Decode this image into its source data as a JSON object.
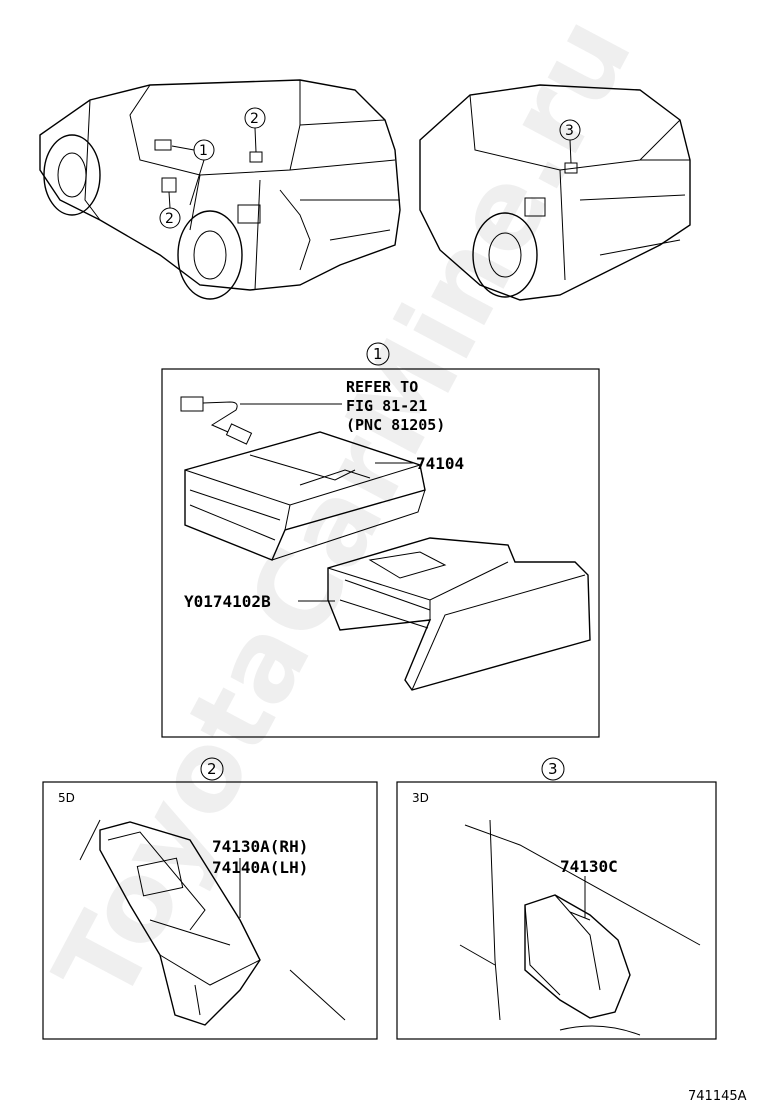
{
  "watermark": "ToyotaCarMine.ru",
  "overview": {
    "callouts": [
      "1",
      "2",
      "2",
      "3"
    ]
  },
  "detail1": {
    "callout": "1",
    "refer_line1": "REFER TO",
    "refer_line2": "FIG 81-21",
    "refer_line3": "(PNC 81205)",
    "part_a": "74104",
    "part_b": "Y0174102B"
  },
  "detail2": {
    "callout": "2",
    "variant": "5D",
    "part_rh": "74130A(RH)",
    "part_lh": "74140A(LH)"
  },
  "detail3": {
    "callout": "3",
    "variant": "3D",
    "part": "74130C"
  },
  "figure_id": "741145A"
}
